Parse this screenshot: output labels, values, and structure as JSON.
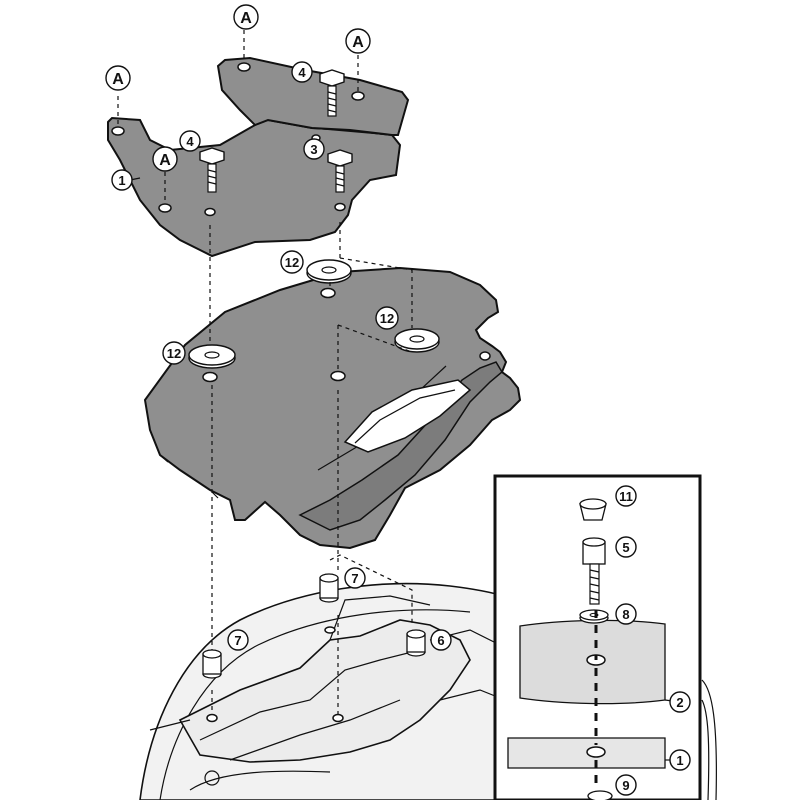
{
  "diagram": {
    "callouts": [
      {
        "id": "c1",
        "text": "1"
      },
      {
        "id": "c3",
        "text": "3"
      },
      {
        "id": "c4a",
        "text": "4"
      },
      {
        "id": "c4b",
        "text": "4"
      },
      {
        "id": "c12a",
        "text": "12"
      },
      {
        "id": "c12b",
        "text": "12"
      },
      {
        "id": "c12c",
        "text": "12"
      },
      {
        "id": "c7a",
        "text": "7"
      },
      {
        "id": "c7b",
        "text": "7"
      },
      {
        "id": "c6",
        "text": "6"
      }
    ],
    "labels_a": [
      {
        "id": "a1",
        "text": "A"
      },
      {
        "id": "a2",
        "text": "A"
      },
      {
        "id": "a3",
        "text": "A"
      },
      {
        "id": "a4",
        "text": "A"
      }
    ],
    "inset": {
      "callouts": [
        {
          "id": "i11",
          "text": "11"
        },
        {
          "id": "i5",
          "text": "5"
        },
        {
          "id": "i8",
          "text": "8"
        },
        {
          "id": "i2",
          "text": "2"
        },
        {
          "id": "i1",
          "text": "1"
        },
        {
          "id": "i9",
          "text": "9"
        }
      ]
    },
    "colors": {
      "plate": "#8f8f8f",
      "outline": "#111111",
      "background": "#ffffff",
      "inset_band": "#dcdcdc"
    }
  }
}
